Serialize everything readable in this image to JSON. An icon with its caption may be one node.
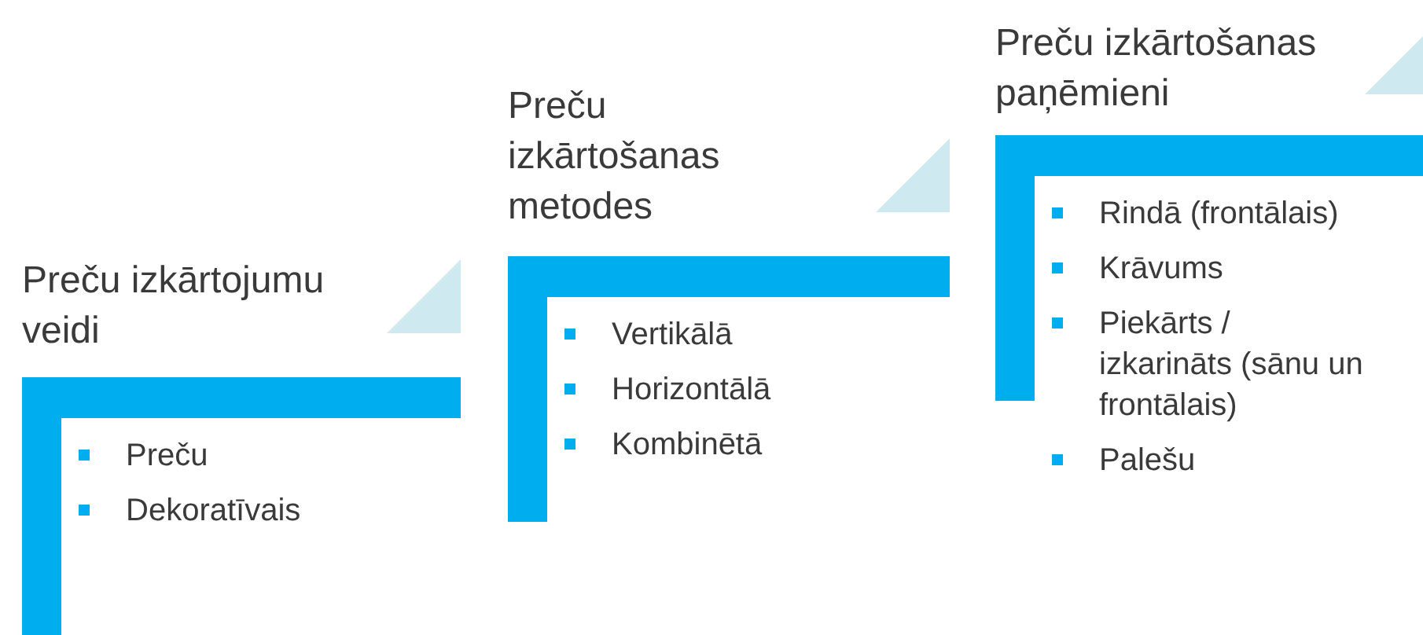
{
  "diagram": {
    "nodes": [
      {
        "text": [
          "Preču izkārtojumu veidi",
          "Preču",
          "Dekoratīvais"
        ]
      },
      {
        "text": [
          "Preču izkārtošanas metodes",
          "Vertikālā",
          "Horizontālā",
          "Kombinētā"
        ]
      },
      {
        "text": [
          "Preču izkārtošanas paņēmieni",
          "Rindā (frontālais)",
          "Krāvums",
          "Piekārts / izkarināts (sānu un frontālais)",
          "Palešu"
        ]
      }
    ]
  }
}
